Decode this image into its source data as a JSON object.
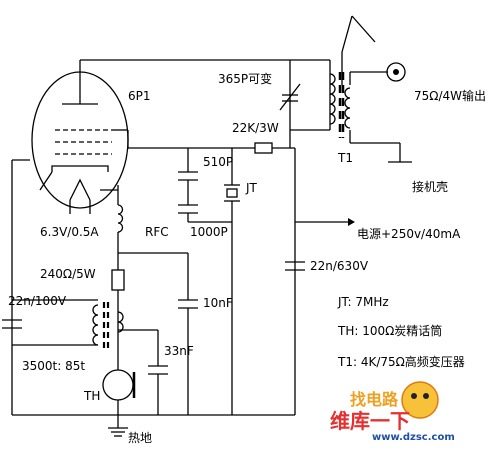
{
  "labels": {
    "tube": "6P1",
    "tuning_cap": "365P可变",
    "output": "75Ω/4W输出",
    "plate_resistor": "22K/3W",
    "transformer": "T1",
    "chassis": "接机壳",
    "cap_510": "510P",
    "crystal": "JT",
    "heater": "6.3V/0.5A",
    "rfc": "RFC",
    "cap_1000": "1000P",
    "power": "电源+250v/40mA",
    "cap_22n_630": "22n/630V",
    "res_240": "240Ω/5W",
    "cap_22n_100": "22n/100V",
    "cap_10n": "10nF",
    "cap_33n": "33nF",
    "turns": "3500t: 85t",
    "mic": "TH",
    "ground": "热地"
  },
  "notes": {
    "jt": "JT:  7MHz",
    "th": "TH:  100Ω炭精话筒",
    "t1": "T1:  4K/75Ω高频变压器"
  },
  "watermark": {
    "top": "找电路",
    "brand": "维库一下",
    "site": "www.dzsc.com"
  }
}
